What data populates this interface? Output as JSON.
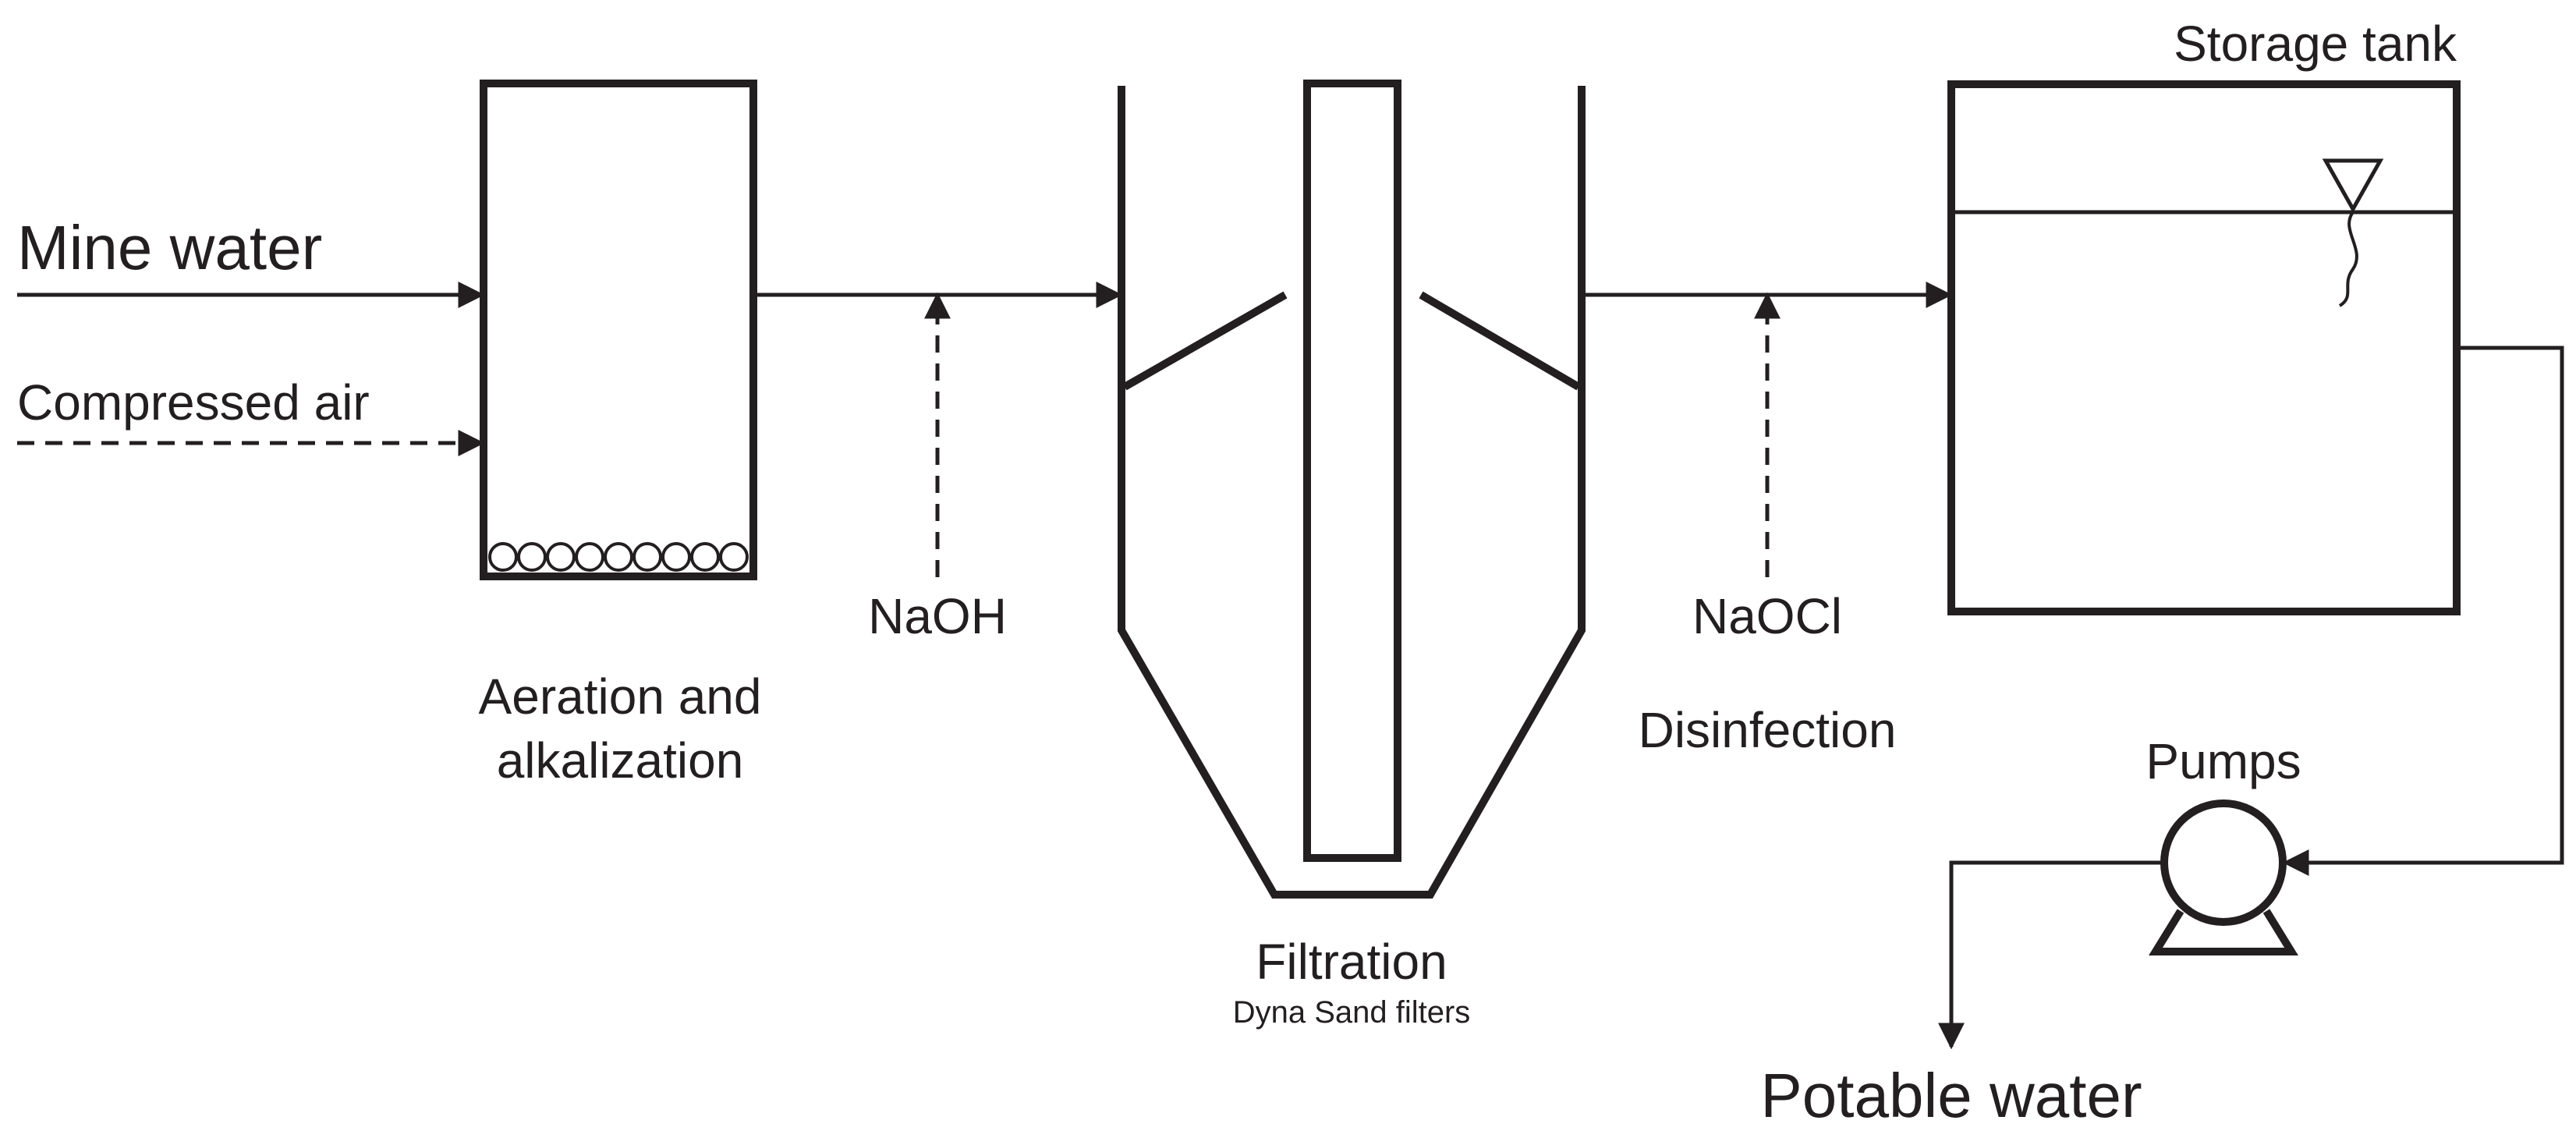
{
  "inputs": {
    "mine_water": "Mine water",
    "compressed_air": "Compressed air"
  },
  "chemicals": {
    "naoh": "NaOH",
    "naocl": "NaOCl"
  },
  "stages": {
    "aeration_line1": "Aeration and",
    "aeration_line2": "alkalization",
    "filtration": "Filtration",
    "filtration_sub": "Dyna Sand filters",
    "disinfection": "Disinfection",
    "storage_tank": "Storage tank",
    "pumps": "Pumps"
  },
  "output": {
    "potable_water": "Potable water"
  },
  "colors": {
    "ink": "#231f20",
    "background": "#ffffff"
  }
}
